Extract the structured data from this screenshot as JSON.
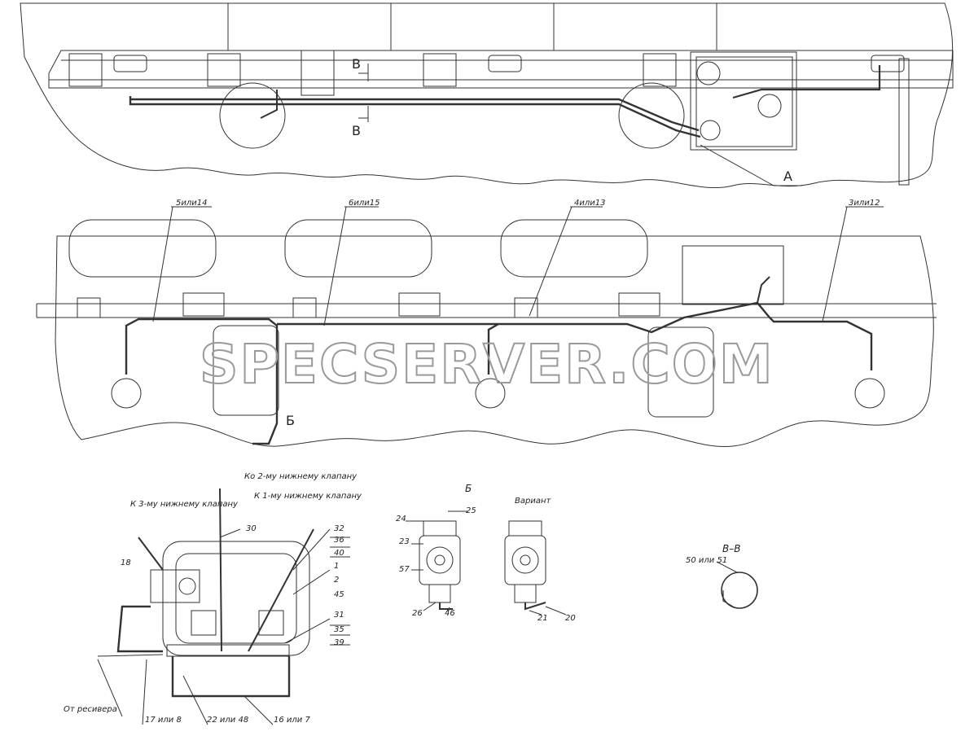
{
  "watermark": "SPECSERVER.COM",
  "top_view": {
    "section_marks": [
      "В",
      "В"
    ],
    "callout_a": "А"
  },
  "middle_view": {
    "callouts": [
      "5или14",
      "6или15",
      "4или13",
      "3или12"
    ],
    "callout_b": "Б"
  },
  "detail_a": {
    "leaders": [
      "К 3-му нижнему клапану",
      "Ко 2-му нижнему клапану",
      "К 1-му нижнему клапану",
      "От ресивера"
    ],
    "numbers": [
      "18",
      "30",
      "32",
      "36",
      "40",
      "1",
      "2",
      "45",
      "31",
      "35",
      "39"
    ],
    "bottom_numbers": [
      "17 или 8",
      "22 или 48",
      "16 или 7"
    ]
  },
  "detail_b": {
    "title": "Б",
    "numbers": [
      "24",
      "25",
      "23",
      "57",
      "26",
      "46"
    ]
  },
  "variant": {
    "title": "Вариант",
    "numbers": [
      "21",
      "20"
    ]
  },
  "section_bb": {
    "title": "В–В",
    "label": "50 или 51"
  }
}
